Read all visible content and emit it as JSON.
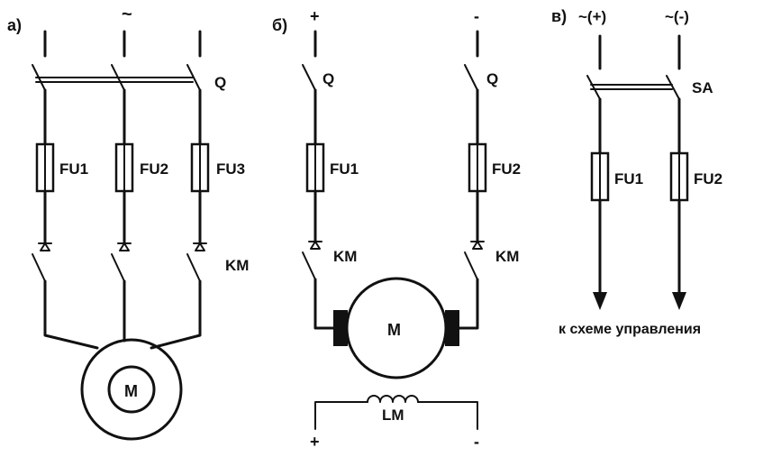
{
  "panels": {
    "a": {
      "tag": "а)",
      "supply": "~",
      "switch": "Q",
      "fuses": [
        "FU1",
        "FU2",
        "FU3"
      ],
      "contactor": "KM",
      "motor": "M"
    },
    "b": {
      "tag": "б)",
      "plus": "+",
      "minus": "-",
      "switches": [
        "Q",
        "Q"
      ],
      "fuses": [
        "FU1",
        "FU2"
      ],
      "contactors": [
        "KM",
        "KM"
      ],
      "motor": "M",
      "field": "LM",
      "field_plus": "+",
      "field_minus": "-"
    },
    "c": {
      "tag": "в)",
      "left_supply": "~(+)",
      "right_supply": "~(-)",
      "switch": "SA",
      "fuses": [
        "FU1",
        "FU2"
      ],
      "caption": "к схеме управления"
    }
  },
  "colors": {
    "ink": "#111111",
    "background": "#ffffff"
  }
}
